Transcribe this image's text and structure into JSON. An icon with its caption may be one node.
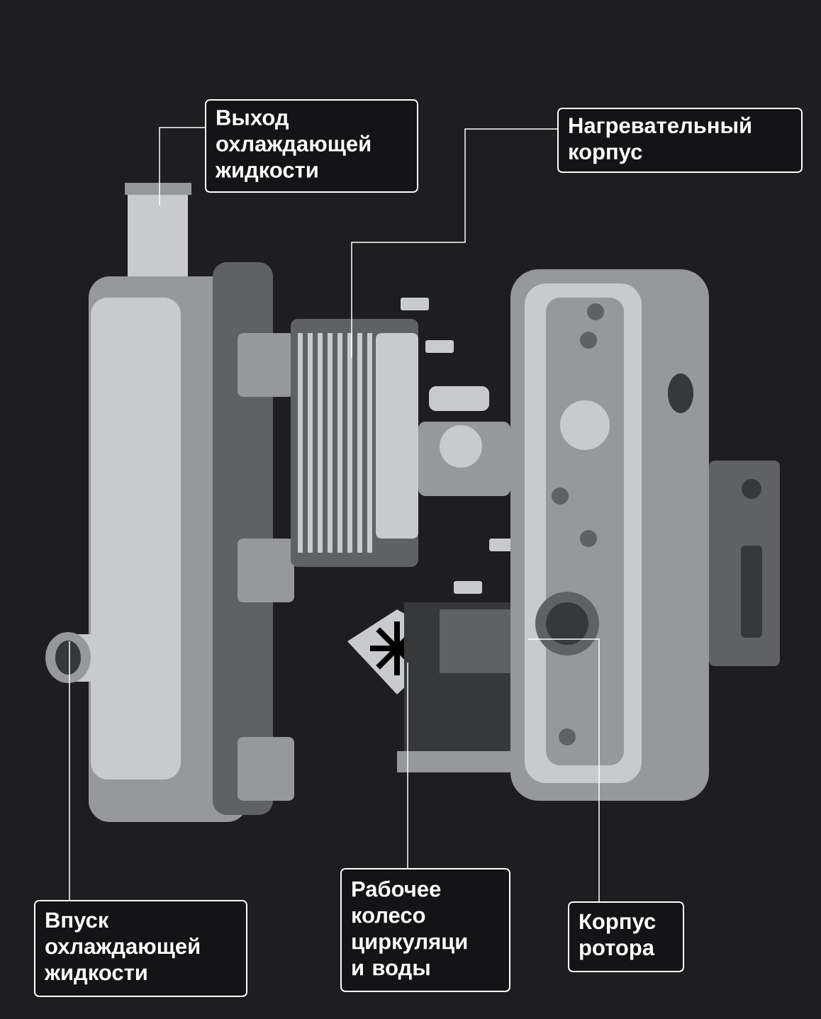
{
  "diagram": {
    "nodes": [
      {
        "text": [
          "Выход охлаждающей жидкости"
        ]
      },
      {
        "text": [
          "Нагревательный корпус"
        ]
      },
      {
        "text": [
          "Впуск охлаждающей жидкости"
        ]
      },
      {
        "text": [
          "Рабочее колесо циркуляци и воды"
        ]
      },
      {
        "text": [
          "Корпус ротора"
        ]
      }
    ],
    "edges": [
      {
        "from": 0,
        "to": null,
        "arrow": "none"
      },
      {
        "from": 1,
        "to": null,
        "arrow": "none"
      },
      {
        "from": 2,
        "to": null,
        "arrow": "none"
      },
      {
        "from": 3,
        "to": null,
        "arrow": "none"
      },
      {
        "from": 4,
        "to": null,
        "arrow": "none"
      }
    ]
  }
}
